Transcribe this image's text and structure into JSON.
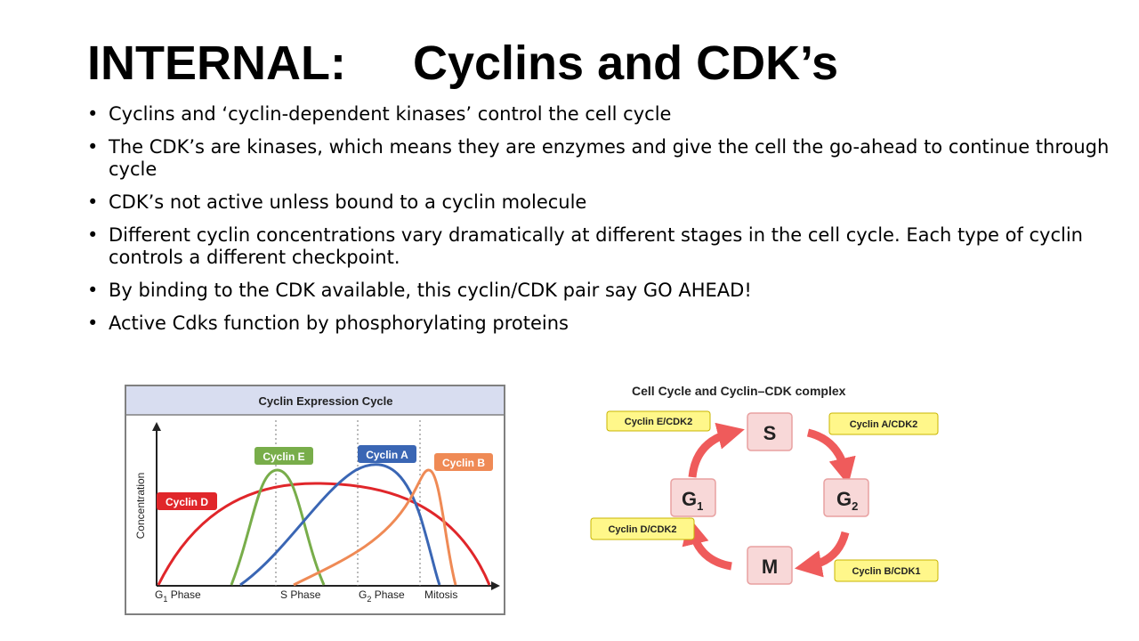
{
  "slide": {
    "title": "INTERNAL:     Cyclins and CDK’s",
    "bullets": [
      "Cyclins and ‘cyclin-dependent kinases’ control the cell cycle",
      "The CDK’s are kinases, which means they are enzymes and give the cell the go-ahead to continue through cycle",
      "CDK’s not active unless bound to a cyclin molecule",
      "Different cyclin concentrations vary dramatically at different stages in the cell cycle. Each type of cyclin controls a different checkpoint.",
      "By binding to the CDK available, this cyclin/CDK pair say GO AHEAD!",
      "Active Cdks function by phosphorylating proteins"
    ],
    "bullet_glyph": "•"
  },
  "cyclin_chart": {
    "title": "Cyclin Expression Cycle",
    "ylabel": "Concentration",
    "phases": [
      "G",
      "S Phase",
      "G",
      "Mitosis"
    ],
    "phase_subscripts": [
      "1",
      "2"
    ],
    "phase_suffix": " Phase",
    "series_labels": {
      "d": "Cyclin D",
      "e": "Cyclin E",
      "a": "Cyclin A",
      "b": "Cyclin B"
    },
    "colors": {
      "d": "#e0262a",
      "e": "#78ad4a",
      "a": "#3a66b4",
      "b": "#ef8a55",
      "header": "#d8ddf0",
      "border": "#808080"
    }
  },
  "cdk_diagram": {
    "title": "Cell Cycle and Cyclin–CDK complex",
    "phases": {
      "s": "S",
      "g2": "G",
      "m": "M",
      "g1": "G"
    },
    "subscripts": {
      "g1": "1",
      "g2": "2"
    },
    "complexes": {
      "e_cdk2": "Cyclin E/CDK2",
      "a_cdk2": "Cyclin A/CDK2",
      "b_cdk1": "Cyclin B/CDK1",
      "d_cdk2": "Cyclin D/CDK2"
    },
    "colors": {
      "phase_fill": "#f8d8d8",
      "phase_border": "#e8a0a0",
      "arrow": "#ef5b5b",
      "label_fill": "#fff78a",
      "label_border": "#c8b400"
    }
  }
}
